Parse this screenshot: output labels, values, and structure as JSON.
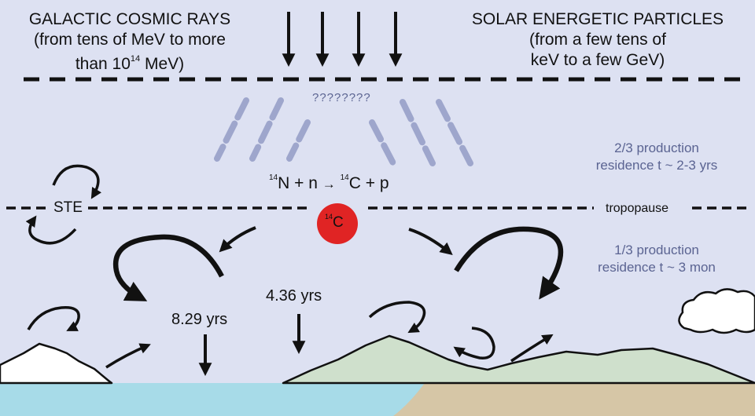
{
  "left_header": {
    "line1": "GALACTIC COSMIC RAYS",
    "line2": "(from tens of MeV to more",
    "line3_prefix": "than 10",
    "line3_exp": "14",
    "line3_suffix": " MeV)"
  },
  "right_header": {
    "line1": "SOLAR ENERGETIC PARTICLES",
    "line2": "(from a few tens of",
    "line3": "keV to a few GeV)"
  },
  "question_marks": "????????",
  "reaction": {
    "n_sup": "14",
    "n_text": "N + n",
    "arrow": "→",
    "c_sup": "14",
    "c_text": "C + p"
  },
  "stratosphere_note": {
    "line1": "2/3 production",
    "line2": "residence t ~ 2-3 yrs"
  },
  "troposphere_note": {
    "line1": "1/3 production",
    "line2": "residence t ~ 3 mon"
  },
  "ste_label": "STE",
  "tropopause_label": "tropopause",
  "c14_circle": {
    "sup": "14",
    "text": "C",
    "color": "#e02424"
  },
  "residence_left": "8.29 yrs",
  "residence_mid": "4.36 yrs",
  "colors": {
    "background": "#dde1f2",
    "ocean": "#a7dbe8",
    "land": "#d6c6a6",
    "hills": "#cfe0cc",
    "snow": "#ffffff",
    "rays": "#9ea6cc"
  }
}
